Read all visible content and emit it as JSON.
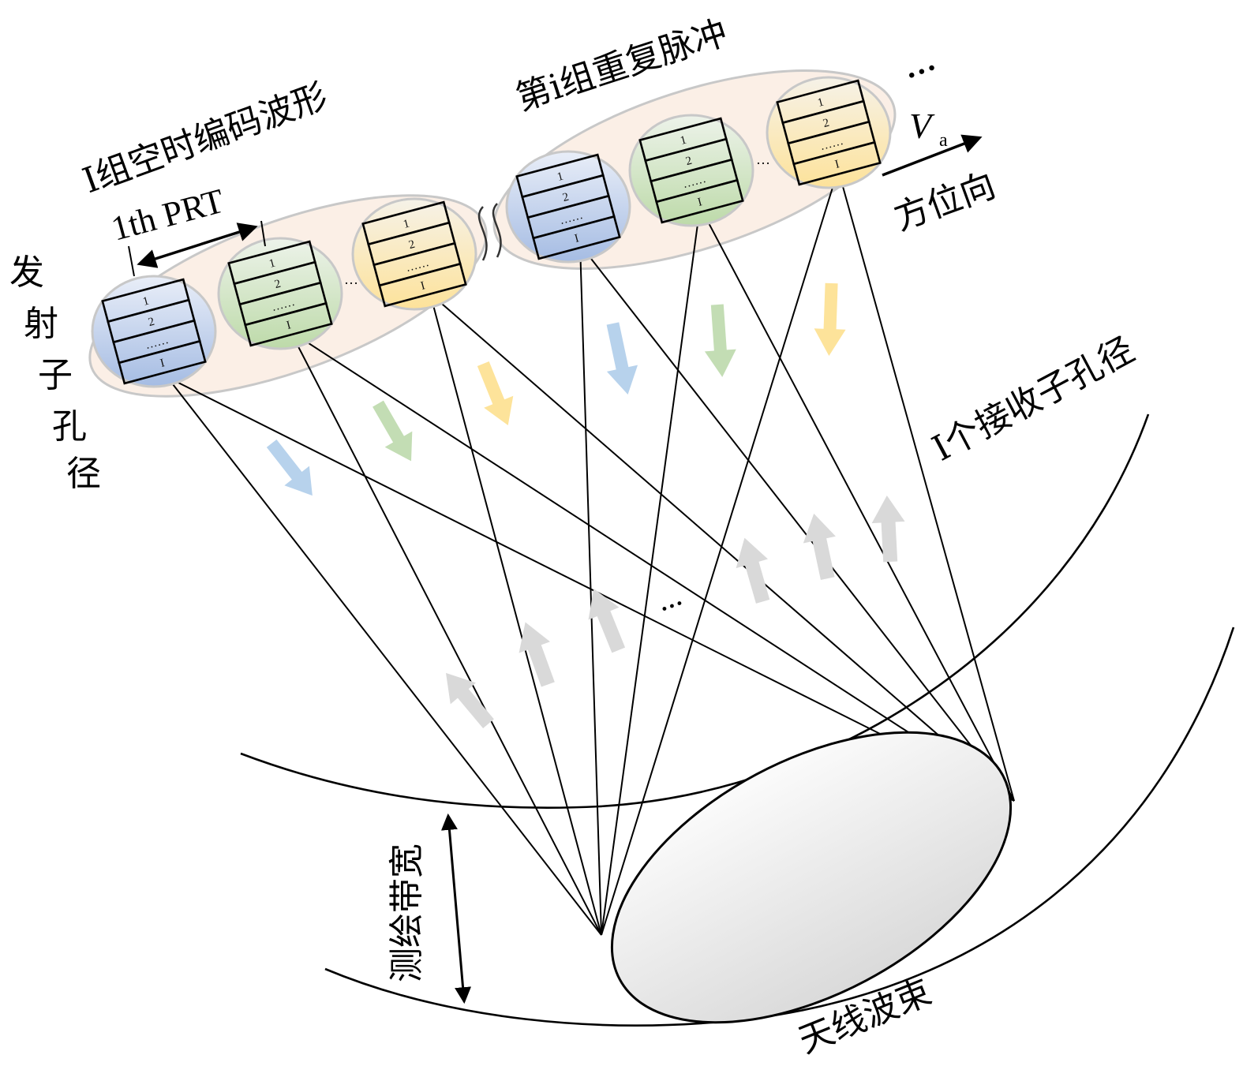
{
  "labels": {
    "coded_waveforms": "I组空时编码波形",
    "prt": "1th PRT",
    "transmit_subaperture": [
      "发",
      "射",
      "子",
      "孔",
      "径"
    ],
    "ith_group": "第i组重复脉冲",
    "velocity": "V",
    "velocity_sub": "a",
    "azimuth": "方位向",
    "continuation": "…",
    "receive_subapertures": "I个接收子孔径",
    "swath_width": "测绘带宽",
    "antenna_beam": "天线波束",
    "rays_ellipsis": "…",
    "between_ellipsis": "…"
  },
  "pulse_stack": {
    "rows": [
      "1",
      "2",
      "……",
      "I"
    ]
  },
  "groups": [
    {
      "name": "first-group",
      "subapertures": [
        {
          "color": "blue"
        },
        {
          "color": "green"
        },
        {
          "color": "yellow"
        }
      ]
    },
    {
      "name": "ith-group",
      "subapertures": [
        {
          "color": "blue"
        },
        {
          "color": "green"
        },
        {
          "color": "yellow"
        }
      ]
    }
  ],
  "colors": {
    "blue": "#a8bfe4",
    "green": "#bfdcae",
    "yellow": "#fde3a0",
    "group_fill": "#fbefe6",
    "group_stroke": "#c8c8c8",
    "arrow_blue": "#b7d2ec",
    "arrow_green": "#c3ddb4",
    "arrow_yellow": "#fde39a",
    "arrow_gray": "#d9d9d9",
    "ellipse_top": "#fafafa",
    "ellipse_bottom": "#dcdcdc"
  }
}
